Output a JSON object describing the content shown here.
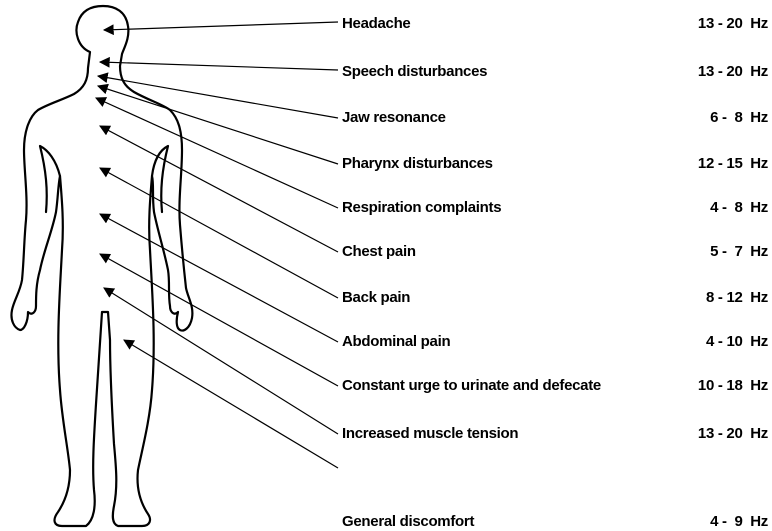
{
  "symptoms": [
    {
      "label": "Headache",
      "frequency": "13 - 20  Hz"
    },
    {
      "label": "Speech disturbances",
      "frequency": "13 - 20  Hz"
    },
    {
      "label": "Jaw resonance",
      "frequency": "6 -  8  Hz"
    },
    {
      "label": "Pharynx disturbances",
      "frequency": "12 - 15  Hz"
    },
    {
      "label": "Respiration complaints",
      "frequency": "4 -  8  Hz"
    },
    {
      "label": "Chest pain",
      "frequency": "5 -  7  Hz"
    },
    {
      "label": "Back pain",
      "frequency": "8 - 12  Hz"
    },
    {
      "label": "Abdominal pain",
      "frequency": "4 - 10  Hz"
    },
    {
      "label": "Constant urge to urinate and defecate",
      "frequency": "10 - 18  Hz"
    },
    {
      "label": "Increased muscle tension",
      "frequency": "13 - 20  Hz"
    },
    {
      "label": "General discomfort",
      "frequency": "4 -  9  Hz"
    }
  ]
}
